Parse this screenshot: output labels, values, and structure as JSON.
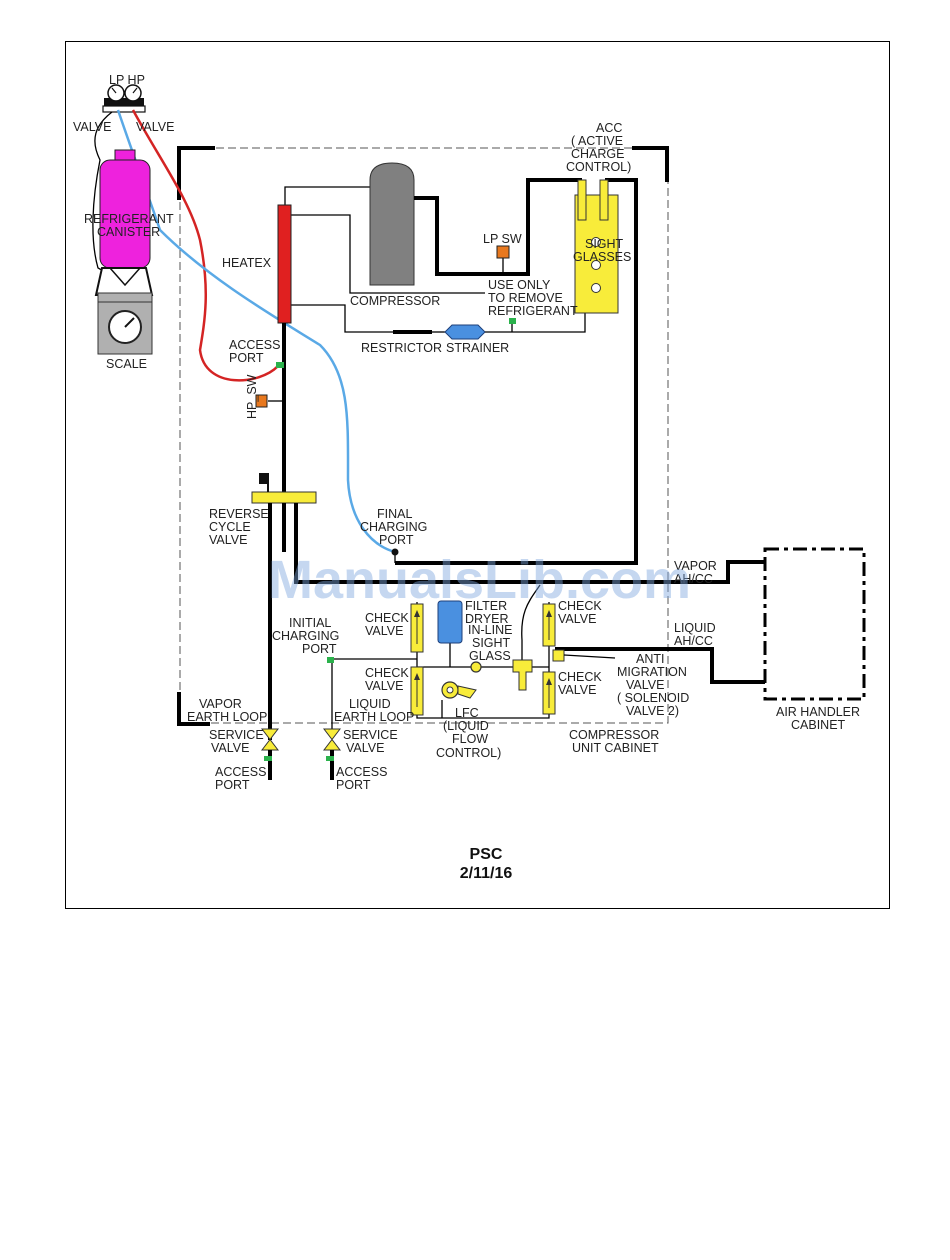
{
  "labels": {
    "lp_hp": "LP HP",
    "valve_left": "VALVE",
    "valve_right": "VALVE",
    "refrigerant": "REFRIGERANT",
    "canister": "CANISTER",
    "scale": "SCALE",
    "heatex": "HEATEX",
    "compressor": "COMPRESSOR",
    "lp_sw": "LP  SW",
    "acc": "ACC",
    "active": "( ACTIVE",
    "charge": "CHARGE",
    "control": "CONTROL)",
    "sight": "SIGHT",
    "glasses": "GLASSES",
    "use_only": "USE ONLY",
    "to_remove": "TO REMOVE",
    "refrigerant2": "REFRIGERANT",
    "restrictor": "RESTRICTOR",
    "strainer": "STRAINER",
    "access": "ACCESS",
    "port": "PORT",
    "hp_sw": "HP_SW",
    "reverse": "REVERSE",
    "cycle": "CYCLE",
    "valve_rcv": "VALVE",
    "final": "FINAL",
    "charging": "CHARGING",
    "port_final": "PORT",
    "vapor_ahcc1": "VAPOR",
    "vapor_ahcc2": "AH/CC",
    "liquid_ahcc1": "LIQUID",
    "liquid_ahcc2": "AH/CC",
    "check_a1": "CHECK",
    "check_a2": "VALVE",
    "check_b1": "CHECK",
    "check_b2": "VALVE",
    "check_c1": "CHECK",
    "check_c2": "VALVE",
    "check_d1": "CHECK",
    "check_d2": "VALVE",
    "filter": "FILTER",
    "dryer": "DRYER",
    "inline": "IN-LINE",
    "sight2": "SIGHT",
    "glass": "GLASS",
    "initial": "INITIAL",
    "charging2": "CHARGING",
    "port_init": "PORT",
    "anti": "ANTI",
    "migration": "MIGRATION",
    "valve_am": "VALVE",
    "solenoid": "( SOLENOID",
    "valve2": "VALVE 2)",
    "vapor_el1": "VAPOR",
    "vapor_el2": "EARTH LOOP",
    "liquid_el1": "LIQUID",
    "liquid_el2": "EARTH LOOP",
    "lfc1": "LFC",
    "lfc2": "(LIQUID",
    "lfc3": "FLOW",
    "lfc4": "CONTROL)",
    "cuc1": "COMPRESSOR",
    "cuc2": "UNIT CABINET",
    "ahc1": "AIR HANDLER",
    "ahc2": "CABINET",
    "sv1a": "SERVICE",
    "sv1b": "VALVE",
    "ap1a": "ACCESS",
    "ap1b": "PORT",
    "sv2a": "SERVICE",
    "sv2b": "VALVE",
    "ap2a": "ACCESS",
    "ap2b": "PORT"
  },
  "footer": {
    "title": "PSC",
    "date": "2/11/16"
  },
  "watermark": "ManualsLib.com",
  "colors": {
    "canister": "#ee22dd",
    "hose_red": "#d42424",
    "hose_blue": "#5aa9e6",
    "component_yellow": "#f8ec3a",
    "heatex_red": "#e02020",
    "compressor_gray": "#808080",
    "switch_orange": "#e8781e",
    "filter_blue": "#4a90e0",
    "port_green": "#2bb24c"
  }
}
